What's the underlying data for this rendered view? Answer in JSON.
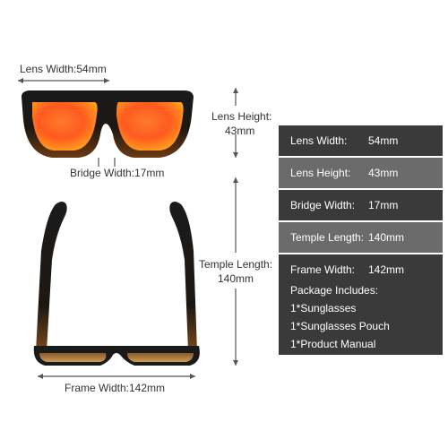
{
  "dimensions": {
    "lens_width": "Lens Width:54mm",
    "bridge_width": "Bridge Width:17mm",
    "lens_height_line1": "Lens Height:",
    "lens_height_line2": "43mm",
    "temple_length_line1": "Temple Length:",
    "temple_length_line2": "140mm",
    "frame_width": "Frame Width:142mm"
  },
  "specs": [
    {
      "name": "Lens Width:",
      "value": "54mm"
    },
    {
      "name": "Lens Height:",
      "value": "43mm"
    },
    {
      "name": "Bridge Width:",
      "value": "17mm"
    },
    {
      "name": "Temple Length:",
      "value": "140mm"
    },
    {
      "name": "Frame Width:",
      "value": "142mm"
    }
  ],
  "package": {
    "title": "Package Includes:",
    "items": [
      "1*Sunglasses",
      "1*Sunglasses Pouch",
      "1*Product Manual"
    ]
  },
  "colors": {
    "frame": "#1a1a1a",
    "frame_bottom": "#6b3a12",
    "lens_top": "#ff5a1f",
    "lens_bottom": "#ffb21f",
    "table_dark": "#3a3a3a",
    "table_light": "#6b6b6b"
  }
}
